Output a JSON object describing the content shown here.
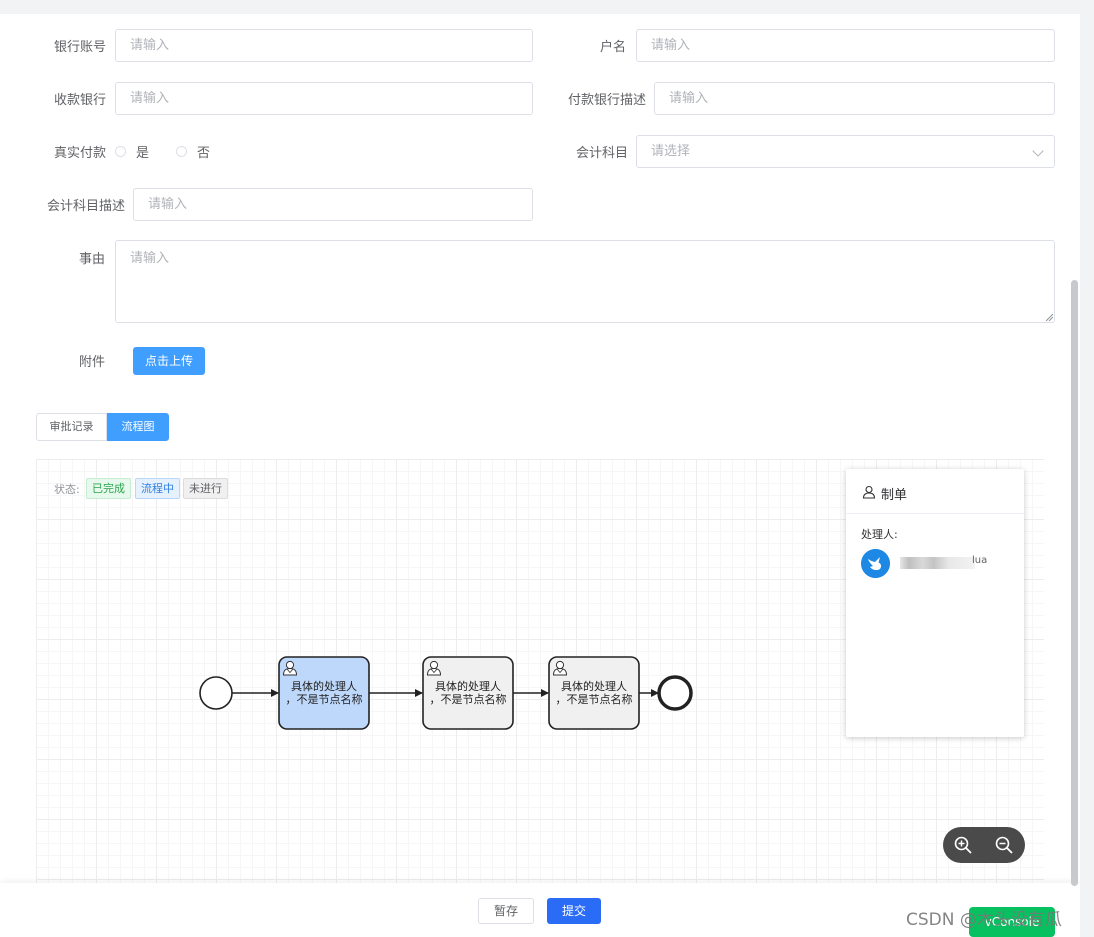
{
  "form": {
    "bank_account": {
      "label": "银行账号",
      "placeholder": "请输入"
    },
    "account_name": {
      "label": "户名",
      "placeholder": "请输入"
    },
    "receiving_bank": {
      "label": "收款银行",
      "placeholder": "请输入"
    },
    "paying_bank_desc": {
      "label": "付款银行描述",
      "placeholder": "请输入"
    },
    "real_payment": {
      "label": "真实付款",
      "options": [
        "是",
        "否"
      ]
    },
    "accounting_subject": {
      "label": "会计科目",
      "placeholder": "请选择"
    },
    "accounting_subject_desc": {
      "label": "会计科目描述",
      "placeholder": "请输入"
    },
    "reason": {
      "label": "事由",
      "placeholder": "请输入"
    },
    "attachment": {
      "label": "附件",
      "button": "点击上传"
    }
  },
  "tabs": [
    "审批记录",
    "流程图"
  ],
  "active_tab": 1,
  "flow": {
    "status_label": "状态:",
    "legend": [
      "已完成",
      "流程中",
      "未进行"
    ],
    "nodes": [
      {
        "line1": "具体的处理人",
        "line2": "，不是节点名称",
        "state": "doing"
      },
      {
        "line1": "具体的处理人",
        "line2": "，不是节点名称",
        "state": "todo"
      },
      {
        "line1": "具体的处理人",
        "line2": "，不是节点名称",
        "state": "todo"
      }
    ],
    "colors": {
      "doing": "#bed8fb",
      "todo": "#f0f0f0",
      "stroke": "#222222"
    }
  },
  "panel": {
    "title": "制单",
    "handler_label": "处理人:",
    "handler_suffix": "lua"
  },
  "footer": {
    "save": "暂存",
    "submit": "提交"
  },
  "vconsole": "vConsole",
  "watermark": "CSDN @木头没有瓜",
  "accent": "#409eff"
}
